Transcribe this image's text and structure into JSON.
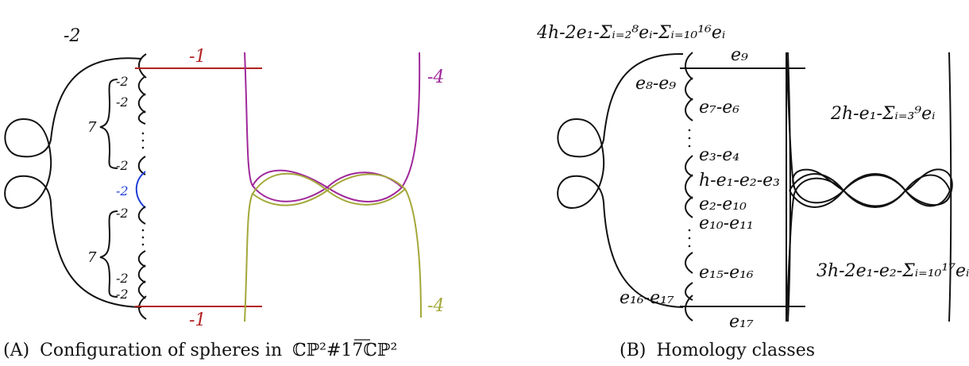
{
  "panel_a": {
    "label_top_curve": "-2",
    "label_red_top": "-1",
    "label_red_bottom": "-1",
    "label_purple": "-4",
    "label_olive": "-4",
    "chain_labels_top": [
      "-2",
      "-2",
      "-2"
    ],
    "chain_label_blue": "-2",
    "chain_labels_bottom": [
      "-2",
      "-2",
      "-2"
    ],
    "brace_count_top": "7",
    "brace_count_bottom": "7",
    "caption_tag": "(A)",
    "caption_text": "Configuration of spheres in",
    "caption_math": "ℂℙ²#17ℂℙ²",
    "colors": {
      "red": "#b22222",
      "purple": "#a0289a",
      "olive": "#a3a83a",
      "blue": "#1f3fd8"
    }
  },
  "panel_b": {
    "label_top_curve": "4h-2e₁-Σᵢ₌₂⁸eᵢ-Σᵢ₌₁₀¹⁶eᵢ",
    "label_e9": "e₉",
    "label_e8_e9": "e₈-e₉",
    "label_e7_e6": "e₇-e₆",
    "label_e3_e4": "e₃-e₄",
    "label_h_e1_e2_e3": "h-e₁-e₂-e₃",
    "label_e2_e10": "e₂-e₁₀",
    "label_e10_e11": "e₁₀-e₁₁",
    "label_e15_e16": "e₁₅-e₁₆",
    "label_e16_e17": "e₁₆-e₁₇",
    "label_e17": "e₁₇",
    "label_right_top": "2h-e₁-Σᵢ₌₃⁹eᵢ",
    "label_right_bottom": "3h-2e₁-e₂-Σᵢ₌₁₀¹⁷eᵢ",
    "caption_tag": "(B)",
    "caption_text": "Homology classes"
  }
}
